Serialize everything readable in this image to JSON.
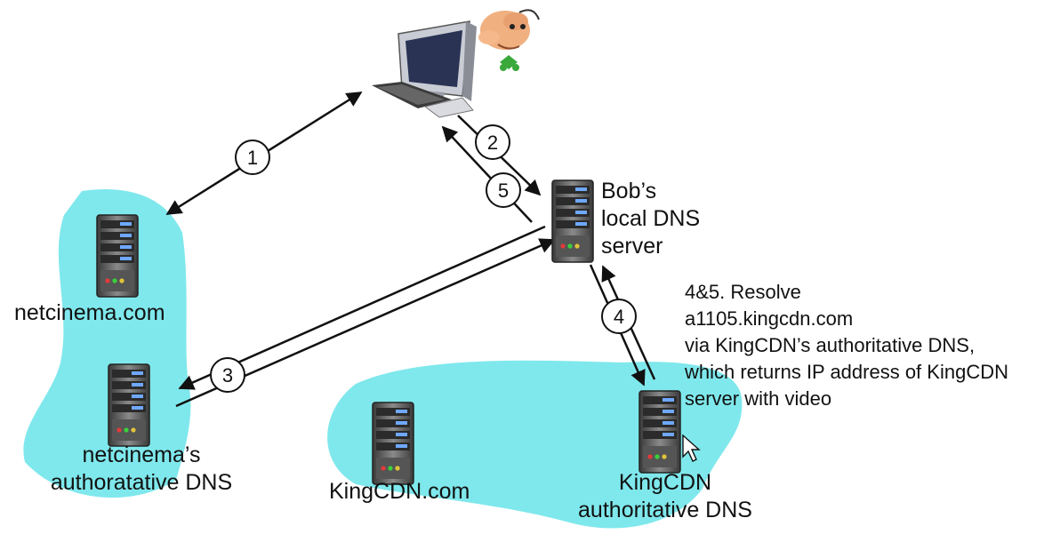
{
  "labels": {
    "local_dns": [
      "Bob’s",
      "local DNS",
      "server"
    ],
    "netcinema": "netcinema.com",
    "netcinema_dns": [
      "netcinema’s",
      "authoratative DNS"
    ],
    "kingcdn": "KingCDN.com",
    "kingcdn_dns": [
      "KingCDN",
      "authoritative DNS"
    ]
  },
  "note": [
    "4&5. Resolve",
    "a1105.kingcdn.com",
    "via KingCDN’s authoritative DNS,",
    "which returns IP address of KingCDN",
    "server  with video"
  ],
  "steps": [
    "1",
    "2",
    "5",
    "4",
    "3"
  ],
  "colors": {
    "region": "#7fe8ec",
    "arrow": "#111111"
  }
}
